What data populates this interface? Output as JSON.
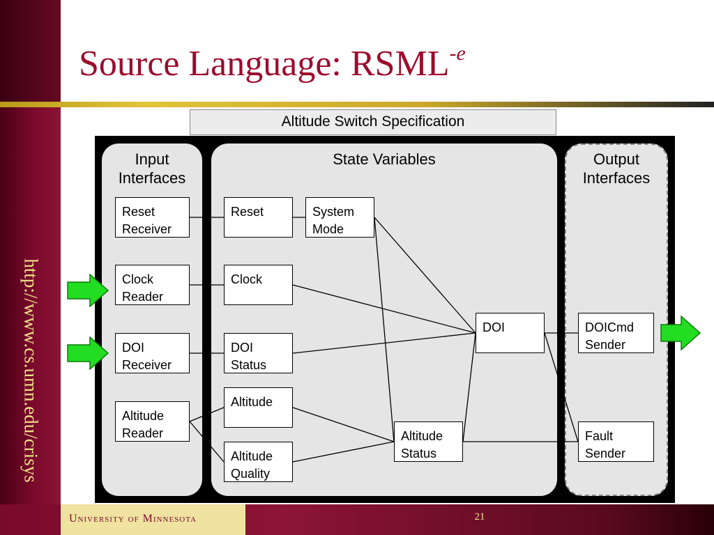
{
  "slide": {
    "title": "Source Language: RSML",
    "title_superscript": "-e",
    "url": "http://www.cs.umn.edu/crisys",
    "university": "University of Minnesota",
    "page_number": "21"
  },
  "diagram": {
    "header": "Altitude Switch Specification",
    "panels": {
      "input": {
        "line1": "Input",
        "line2": "Interfaces"
      },
      "state": {
        "line1": "State Variables"
      },
      "output": {
        "line1": "Output",
        "line2": "Interfaces"
      }
    },
    "nodes": {
      "reset_receiver": {
        "line1": "Reset",
        "line2": "Receiver"
      },
      "clock_reader": {
        "line1": "Clock",
        "line2": "Reader"
      },
      "doi_receiver": {
        "line1": "DOI",
        "line2": "Receiver"
      },
      "altitude_reader": {
        "line1": "Altitude",
        "line2": "Reader"
      },
      "reset": {
        "line1": "Reset"
      },
      "clock": {
        "line1": "Clock"
      },
      "doi_status": {
        "line1": "DOI",
        "line2": "Status"
      },
      "altitude": {
        "line1": "Altitude"
      },
      "altitude_quality": {
        "line1": "Altitude",
        "line2": "Quality"
      },
      "system_mode": {
        "line1": "System",
        "line2": "Mode"
      },
      "doi": {
        "line1": "DOI"
      },
      "altitude_status": {
        "line1": "Altitude",
        "line2": "Status"
      },
      "doicmd_sender": {
        "line1": "DOICmd",
        "line2": "Sender"
      },
      "fault_sender": {
        "line1": "Fault",
        "line2": "Sender"
      }
    },
    "edges": [
      [
        "reset_receiver",
        "reset"
      ],
      [
        "clock_reader",
        "clock"
      ],
      [
        "doi_receiver",
        "doi_status"
      ],
      [
        "altitude_reader",
        "altitude"
      ],
      [
        "altitude_reader",
        "altitude_quality"
      ],
      [
        "reset",
        "system_mode"
      ],
      [
        "system_mode",
        "doi"
      ],
      [
        "system_mode",
        "altitude_status"
      ],
      [
        "clock",
        "doi"
      ],
      [
        "doi_status",
        "doi"
      ],
      [
        "altitude",
        "altitude_status"
      ],
      [
        "altitude_quality",
        "altitude_status"
      ],
      [
        "altitude_status",
        "doi"
      ],
      [
        "altitude_status",
        "fault_sender"
      ],
      [
        "doi",
        "doicmd_sender"
      ],
      [
        "doi",
        "fault_sender"
      ]
    ],
    "arrow_color": "#22dd22",
    "accent_color": "#9c0c2c"
  }
}
